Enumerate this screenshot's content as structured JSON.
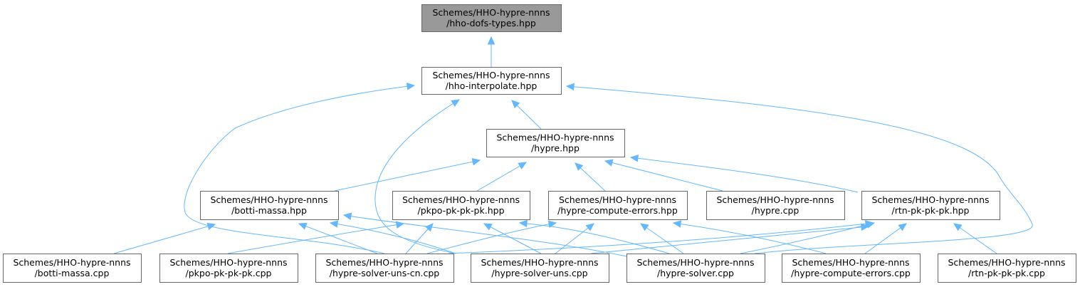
{
  "nodes": [
    {
      "id": "dofs",
      "root": true,
      "line1": "Schemes/HHO-hypre-nnns",
      "line2": "/hho-dofs-types.hpp"
    },
    {
      "id": "interp",
      "line1": "Schemes/HHO-hypre-nnns",
      "line2": "/hho-interpolate.hpp"
    },
    {
      "id": "hypre_h",
      "line1": "Schemes/HHO-hypre-nnns",
      "line2": "/hypre.hpp"
    },
    {
      "id": "botti_h",
      "line1": "Schemes/HHO-hypre-nnns",
      "line2": "/botti-massa.hpp"
    },
    {
      "id": "pkpo_h",
      "line1": "Schemes/HHO-hypre-nnns",
      "line2": "/pkpo-pk-pk-pk.hpp"
    },
    {
      "id": "hce_h",
      "line1": "Schemes/HHO-hypre-nnns",
      "line2": "/hypre-compute-errors.hpp"
    },
    {
      "id": "hypre_c",
      "line1": "Schemes/HHO-hypre-nnns",
      "line2": "/hypre.cpp"
    },
    {
      "id": "rtn_h",
      "line1": "Schemes/HHO-hypre-nnns",
      "line2": "/rtn-pk-pk-pk.hpp"
    },
    {
      "id": "botti_c",
      "line1": "Schemes/HHO-hypre-nnns",
      "line2": "/botti-massa.cpp"
    },
    {
      "id": "pkpo_c",
      "line1": "Schemes/HHO-hypre-nnns",
      "line2": "/pkpo-pk-pk-pk.cpp"
    },
    {
      "id": "hsuc_c",
      "line1": "Schemes/HHO-hypre-nnns",
      "line2": "/hypre-solver-uns-cn.cpp"
    },
    {
      "id": "hsu_c",
      "line1": "Schemes/HHO-hypre-nnns",
      "line2": "/hypre-solver-uns.cpp"
    },
    {
      "id": "hs_c",
      "line1": "Schemes/HHO-hypre-nnns",
      "line2": "/hypre-solver.cpp"
    },
    {
      "id": "hce_c",
      "line1": "Schemes/HHO-hypre-nnns",
      "line2": "/hypre-compute-errors.cpp"
    },
    {
      "id": "rtn_c",
      "line1": "Schemes/HHO-hypre-nnns",
      "line2": "/rtn-pk-pk-pk.cpp"
    }
  ],
  "edges": [
    {
      "from": "interp",
      "to": "dofs"
    },
    {
      "from": "hypre_h",
      "to": "interp"
    },
    {
      "from": "hsuc_c",
      "to": "interp"
    },
    {
      "from": "hsu_c",
      "to": "interp"
    },
    {
      "from": "hs_c",
      "to": "interp"
    },
    {
      "from": "botti_h",
      "to": "hypre_h"
    },
    {
      "from": "pkpo_h",
      "to": "hypre_h"
    },
    {
      "from": "hce_h",
      "to": "hypre_h"
    },
    {
      "from": "hypre_c",
      "to": "hypre_h"
    },
    {
      "from": "rtn_h",
      "to": "hypre_h"
    },
    {
      "from": "botti_c",
      "to": "botti_h"
    },
    {
      "from": "hsuc_c",
      "to": "botti_h"
    },
    {
      "from": "hsu_c",
      "to": "botti_h"
    },
    {
      "from": "hs_c",
      "to": "botti_h"
    },
    {
      "from": "pkpo_c",
      "to": "pkpo_h"
    },
    {
      "from": "hsuc_c",
      "to": "pkpo_h"
    },
    {
      "from": "hsu_c",
      "to": "pkpo_h"
    },
    {
      "from": "hs_c",
      "to": "pkpo_h"
    },
    {
      "from": "hsuc_c",
      "to": "hce_h"
    },
    {
      "from": "hsu_c",
      "to": "hce_h"
    },
    {
      "from": "hs_c",
      "to": "hce_h"
    },
    {
      "from": "hce_c",
      "to": "hce_h"
    },
    {
      "from": "hsuc_c",
      "to": "rtn_h"
    },
    {
      "from": "hsu_c",
      "to": "rtn_h"
    },
    {
      "from": "hs_c",
      "to": "rtn_h"
    },
    {
      "from": "hce_c",
      "to": "rtn_h"
    },
    {
      "from": "rtn_c",
      "to": "rtn_h"
    }
  ]
}
